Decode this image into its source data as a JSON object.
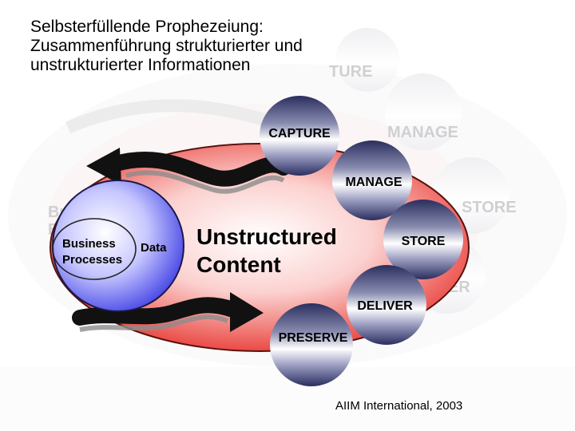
{
  "title_lines": [
    "Selbsterfüllende Prophezeiung:",
    "Zusammenführung strukturierter und",
    "unstrukturierter Informationen"
  ],
  "diagram": {
    "inner_circle": {
      "business": "Business",
      "processes": "Processes",
      "data": "Data"
    },
    "center_label": {
      "line1": "Unstructured",
      "line2": "Content"
    },
    "stages": [
      "CAPTURE",
      "MANAGE",
      "STORE",
      "DELIVER",
      "PRESERVE"
    ],
    "ghost_labels": [
      "MANAGE",
      "STORE",
      "IVER",
      "TURE",
      "Bu",
      "E"
    ]
  },
  "credit": "AIIM International, 2003",
  "colors": {
    "ellipse_red": "#e8322c",
    "inner_blue": "#4646e6",
    "sphere_dark": "#2a2e5e",
    "arrow_black": "#111111"
  }
}
